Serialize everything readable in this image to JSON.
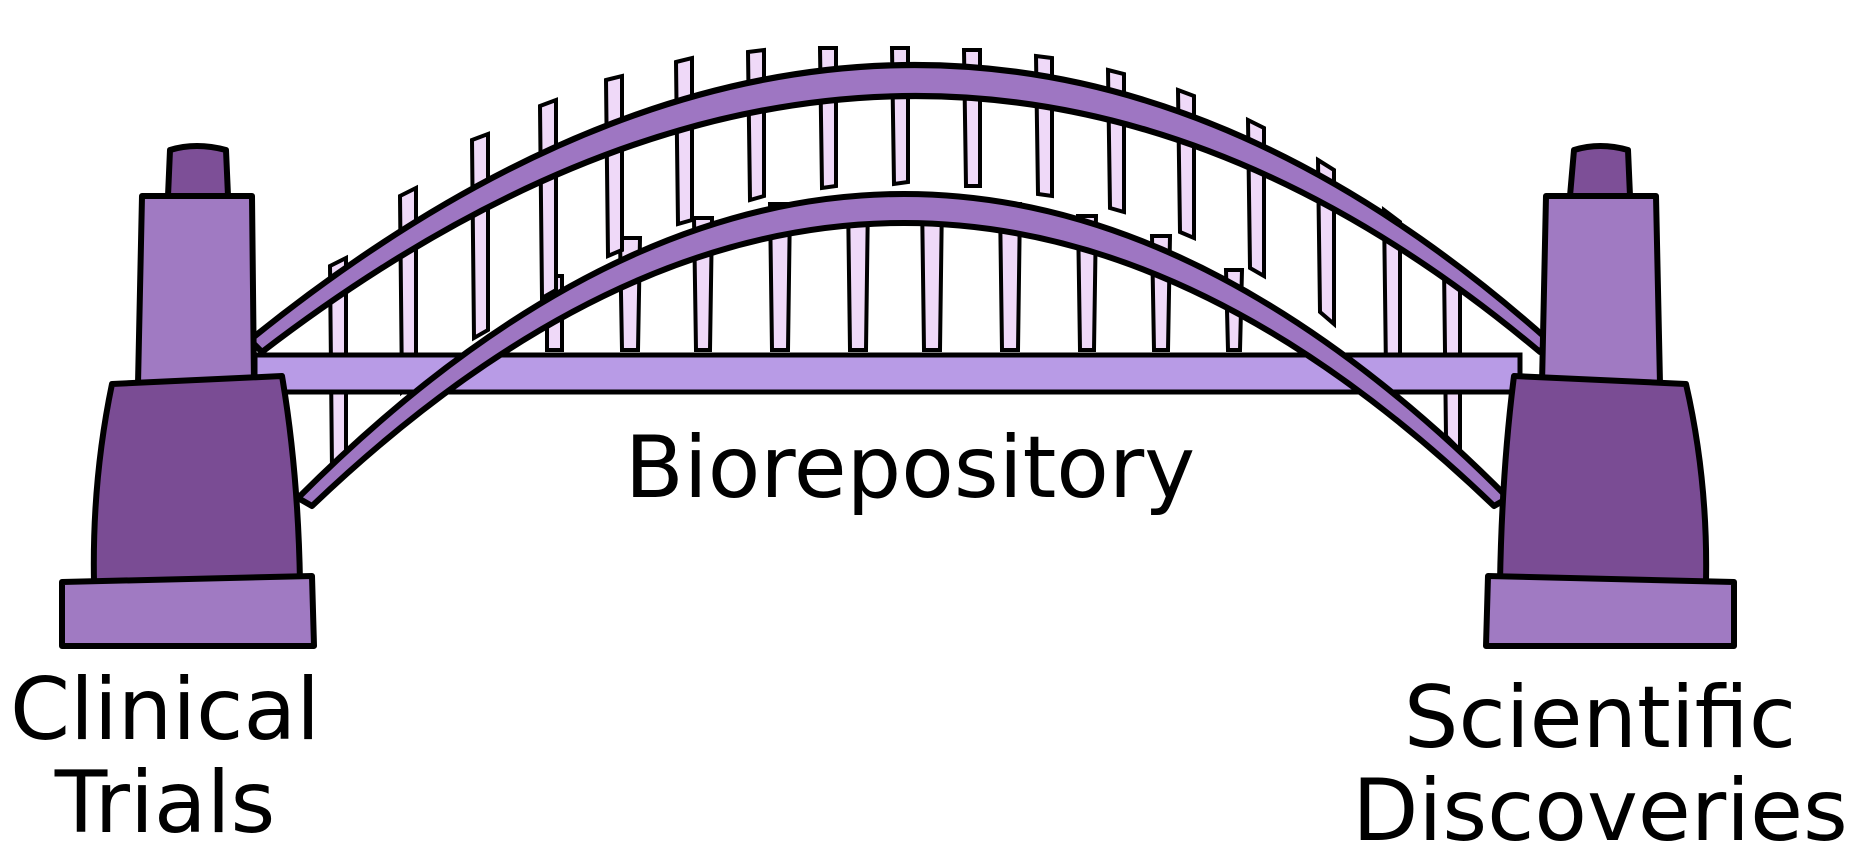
{
  "diagram": {
    "center_label": "Biorepository",
    "left_label": [
      "Clinical",
      "Trials"
    ],
    "right_label": [
      "Scientific",
      "Discoveries"
    ]
  },
  "colors": {
    "outline": "#000000",
    "arch": "#9e76c2",
    "deck": "#b89be6",
    "hanger": "#efd9f8",
    "tower_light": "#a07ac2",
    "tower_dark": "#7a4c94",
    "tower_cap": "#7d4f97"
  },
  "icons": [
    "bridge-icon"
  ]
}
